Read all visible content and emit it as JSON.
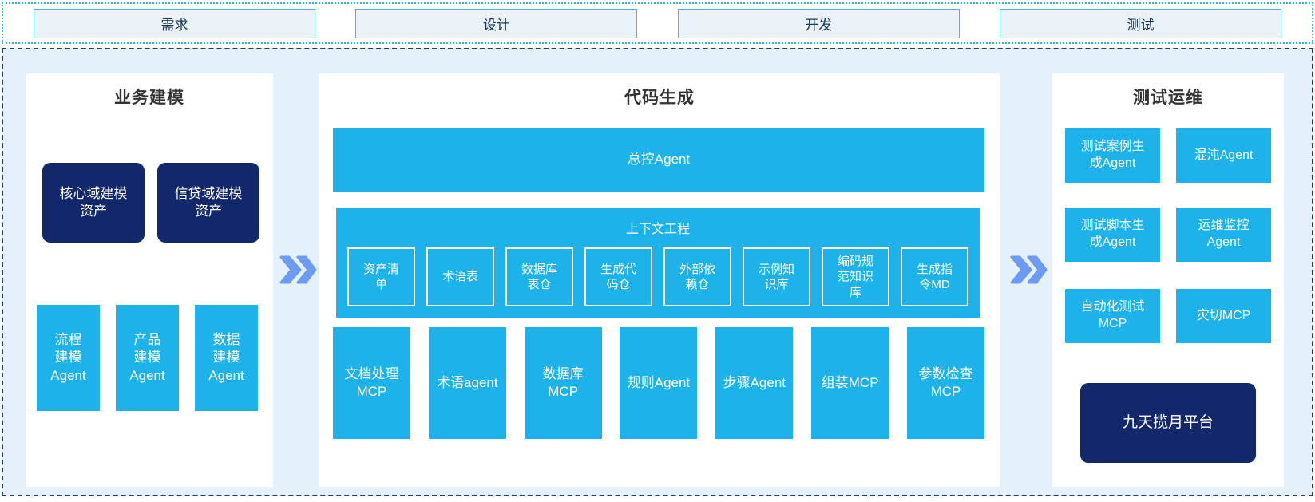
{
  "phases": [
    "需求",
    "设计",
    "开发",
    "测试"
  ],
  "business": {
    "title": "业务建模",
    "assets": [
      "核心域建模\n资产",
      "信贷域建模\n资产"
    ],
    "agents": [
      "流程\n建模\nAgent",
      "产品\n建模\nAgent",
      "数据\n建模\nAgent"
    ]
  },
  "codegen": {
    "title": "代码生成",
    "master_agent": "总控Agent",
    "context": {
      "title": "上下文工程",
      "items": [
        "资产清\n单",
        "术语表",
        "数据库\n表仓",
        "生成代\n码仓",
        "外部依\n赖仓",
        "示例知\n识库",
        "编码规\n范知识\n库",
        "生成指\n令MD"
      ]
    },
    "tools": [
      "文档处理\nMCP",
      "术语agent",
      "数据库\nMCP",
      "规则Agent",
      "步骤Agent",
      "组装MCP",
      "参数检查\nMCP"
    ]
  },
  "testops": {
    "title": "测试运维",
    "boxes": [
      "测试案例生\n成Agent",
      "混沌Agent",
      "测试脚本生\n成Agent",
      "运维监控\nAgent",
      "自动化测试\nMCP",
      "灾切MCP"
    ],
    "platform": "九天揽月平台"
  },
  "colors": {
    "cyan_box": "#1EB2EA",
    "navy_box": "#13286B",
    "chevron_arrow": "#6D9BF1",
    "container_background": "#E4F1FA",
    "phase_box_fill": "#EBF3F9",
    "phase_box_border": "#4AB5DC",
    "phase_text": "#17375E",
    "top_dotted_border": "#2FB4E0",
    "main_dashed_border": "#223A5E",
    "section_title_text": "#333333"
  }
}
